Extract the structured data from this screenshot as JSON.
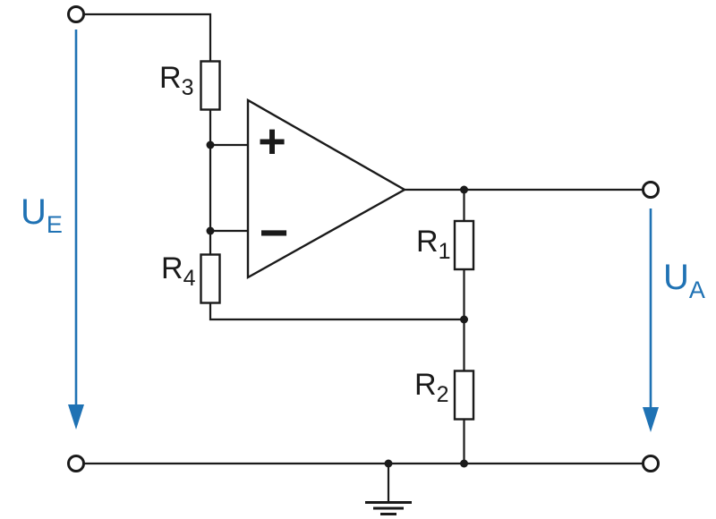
{
  "colors": {
    "line": "#1a1a1a",
    "blue": "#1f72b4",
    "bg": "#ffffff"
  },
  "resistors": {
    "r1": {
      "name": "R",
      "sub": "1"
    },
    "r2": {
      "name": "R",
      "sub": "2"
    },
    "r3": {
      "name": "R",
      "sub": "3"
    },
    "r4": {
      "name": "R",
      "sub": "4"
    }
  },
  "voltages": {
    "input": {
      "name": "U",
      "sub": "E"
    },
    "output": {
      "name": "U",
      "sub": "A"
    }
  },
  "opamp": {
    "noninverting_input": "+",
    "inverting_input": "−"
  }
}
